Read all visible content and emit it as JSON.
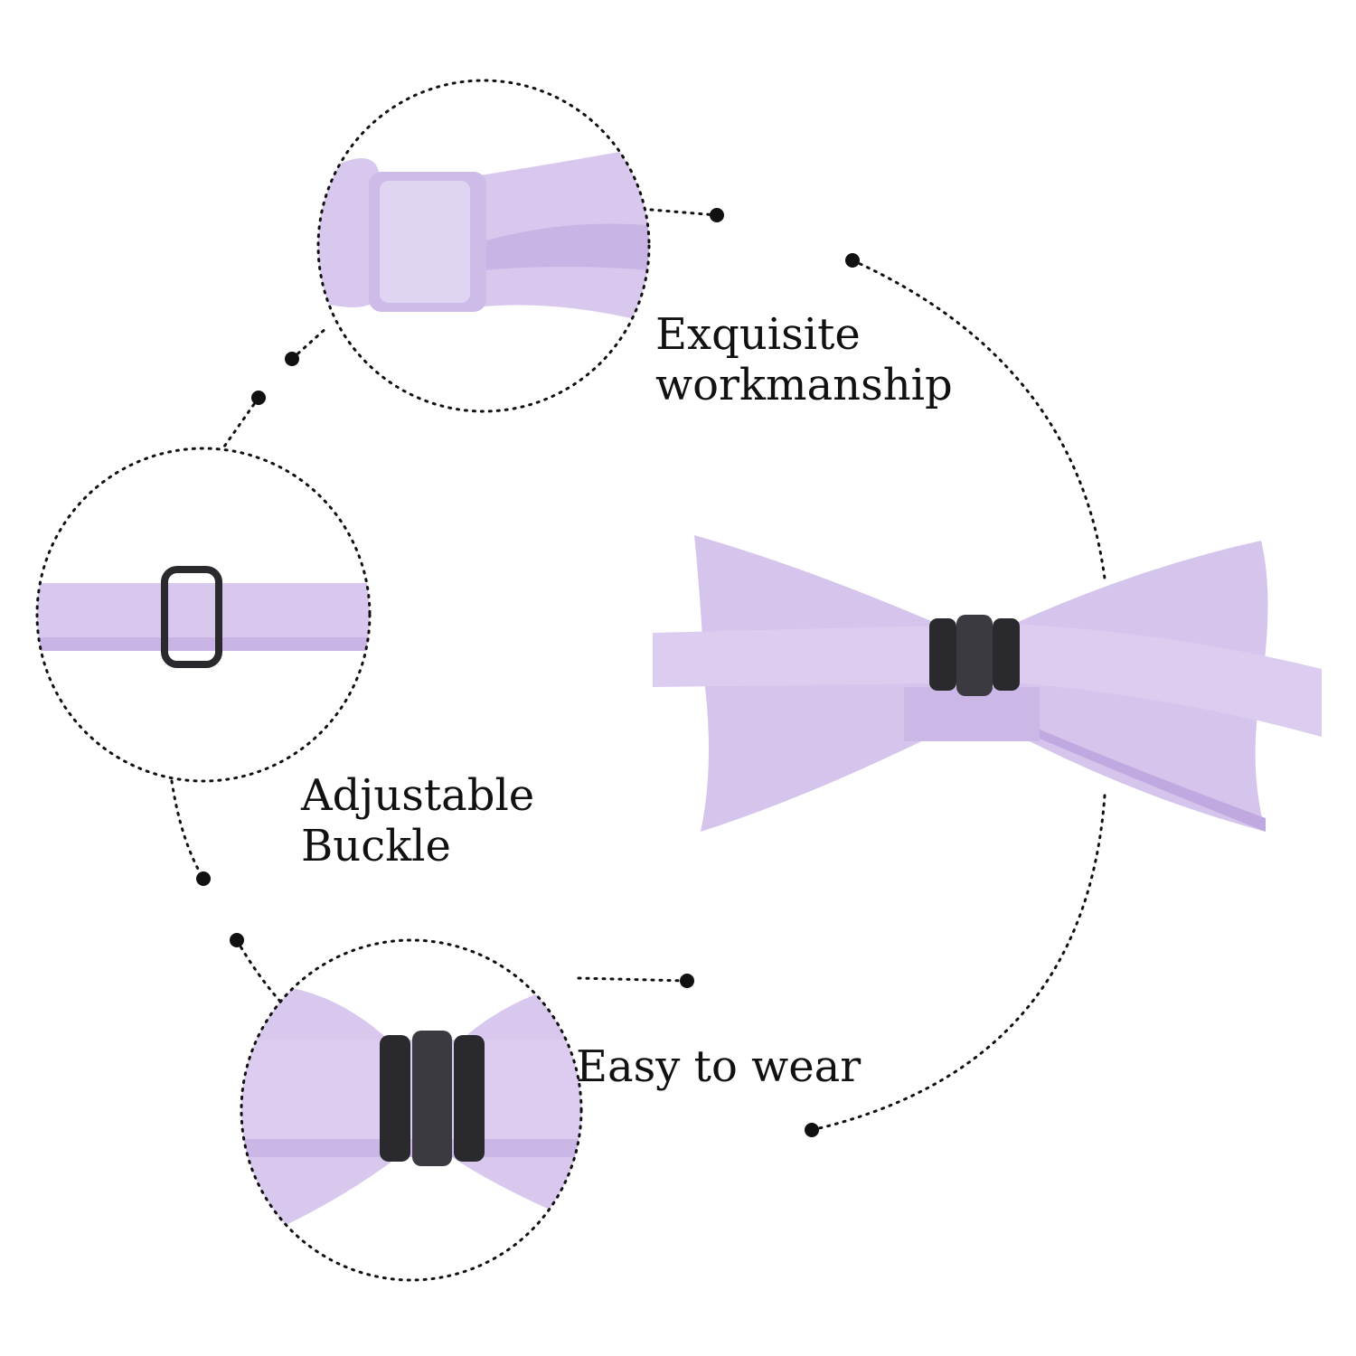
{
  "features": [
    {
      "line1": "Exquisite",
      "line2": "workmanship"
    },
    {
      "line1": "Adjustable",
      "line2": "Buckle"
    },
    {
      "line1": "Easy to wear"
    }
  ],
  "colors": {
    "fabric": "#d8c8ee",
    "fabric_shade": "#bfa9e0",
    "fabric_light": "#e8def6",
    "buckle": "#2a2a2e",
    "dots": "#111111"
  }
}
